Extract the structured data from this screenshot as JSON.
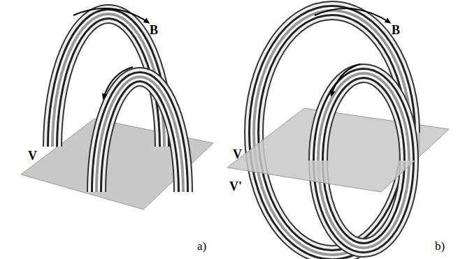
{
  "diagram": {
    "labels": [
      "B",
      "B",
      "V",
      "V",
      "V'",
      "a)",
      "b)"
    ]
  }
}
